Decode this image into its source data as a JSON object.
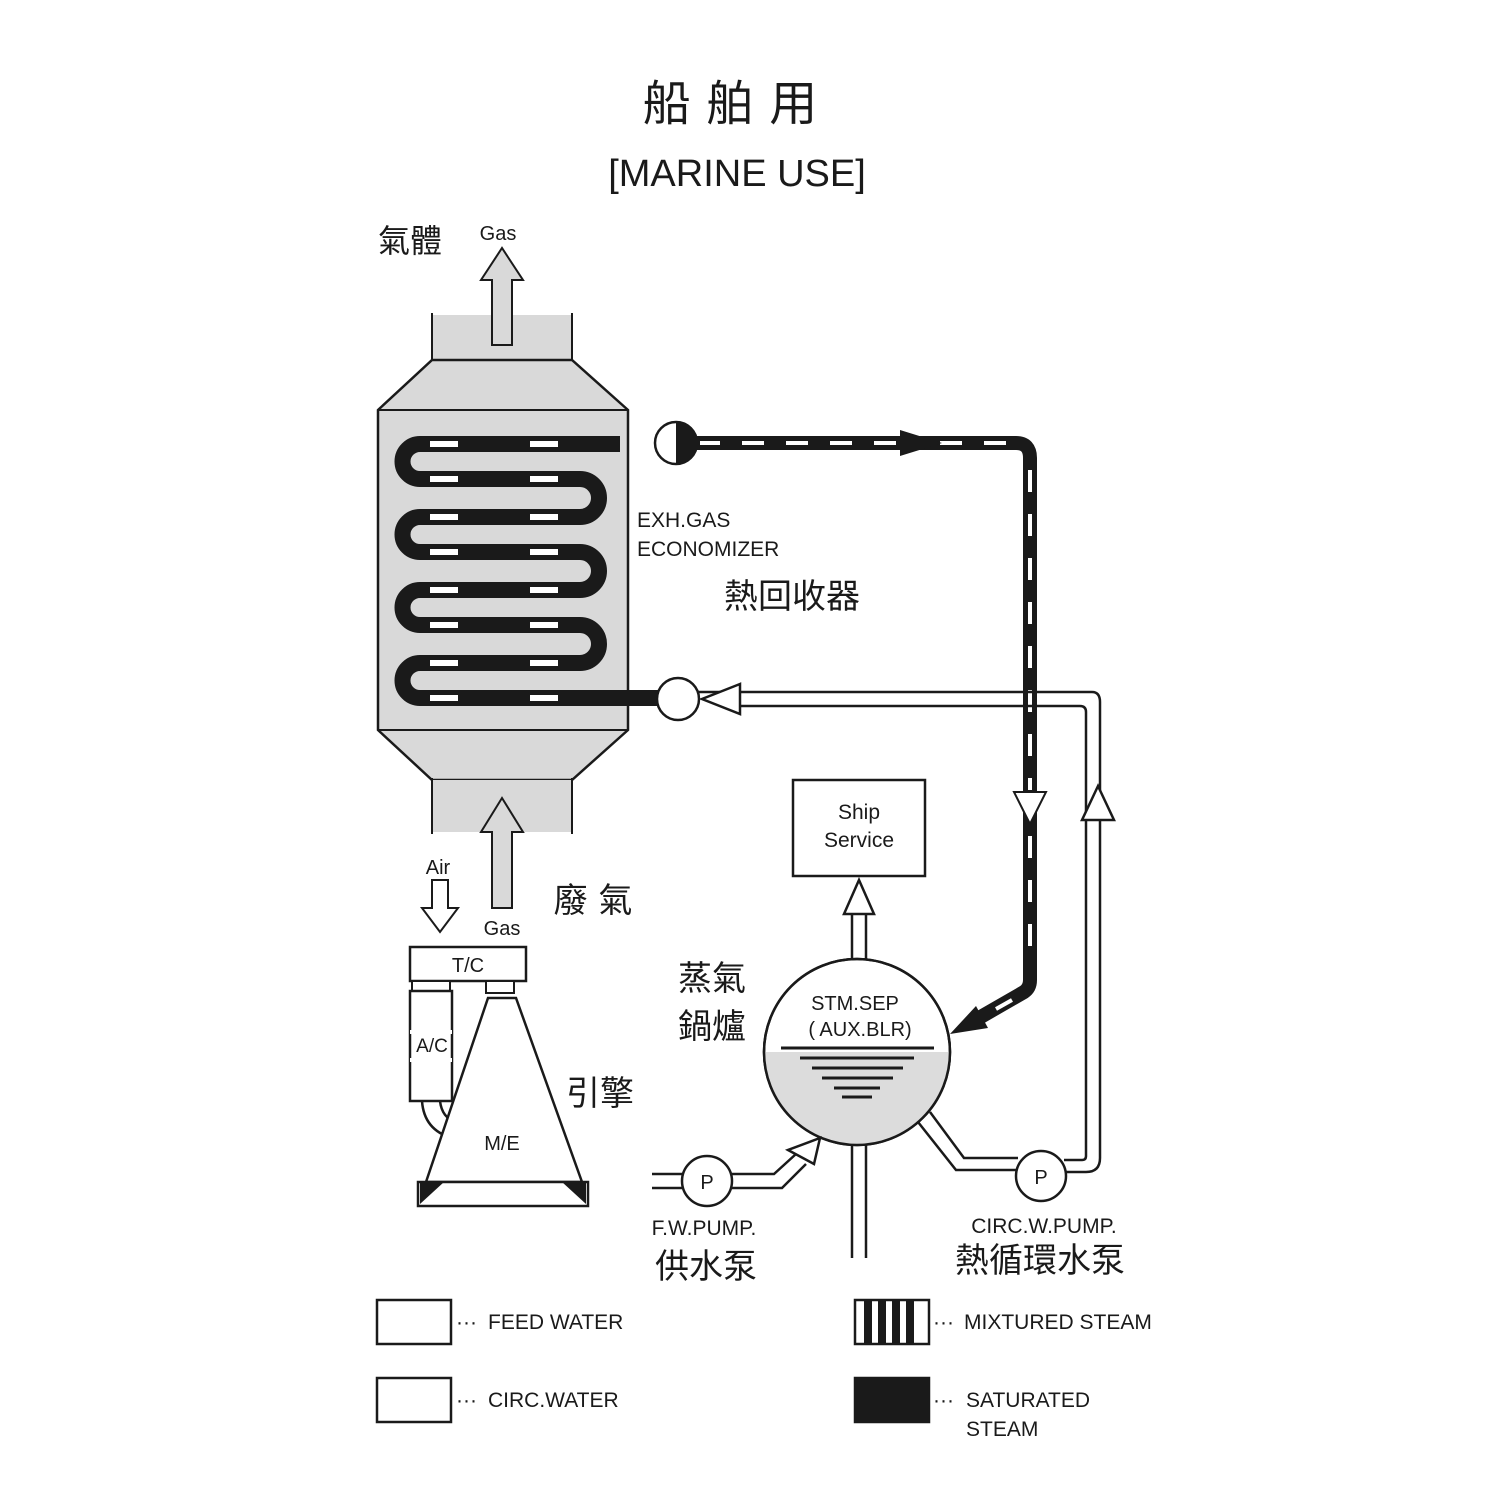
{
  "title": {
    "zh": "船 舶 用",
    "en": "[MARINE  USE]"
  },
  "labels": {
    "gas_out_zh": "氣體",
    "gas_out_en": "Gas",
    "economizer_line1": "EXH.GAS",
    "economizer_line2": "ECONOMIZER",
    "economizer_zh": "熱回收器",
    "air": "Air",
    "gas_in_en": "Gas",
    "exhaust_zh": "廢 氣",
    "tc": "T/C",
    "ac": "A/C",
    "me": "M/E",
    "engine_zh": "引擎",
    "ship_service_line1": "Ship",
    "ship_service_line2": "Service",
    "steam_boiler_zh_line1": "蒸氣",
    "steam_boiler_zh_line2": "鍋爐",
    "stm_sep_line1": "STM.SEP",
    "stm_sep_line2": "( AUX.BLR)",
    "pump_symbol": "P",
    "fw_pump_en": "F.W.PUMP.",
    "fw_pump_zh": "供水泵",
    "circ_pump_en": "CIRC.W.PUMP.",
    "circ_pump_zh": "熱循環水泵"
  },
  "legend": [
    {
      "pattern": "feed-water",
      "label": "FEED  WATER"
    },
    {
      "pattern": "circ-water",
      "label": "CIRC.WATER"
    },
    {
      "pattern": "mixtured-steam",
      "label": "MIXTURED STEAM"
    },
    {
      "pattern": "saturated-steam",
      "label_line1": "SATURATED",
      "label_line2": "STEAM"
    }
  ],
  "legend_separator": "···",
  "colors": {
    "ink": "#1a1a1a",
    "gas_fill": "#d9d9d9",
    "water_fill": "#dcdcdc",
    "background": "#ffffff"
  }
}
